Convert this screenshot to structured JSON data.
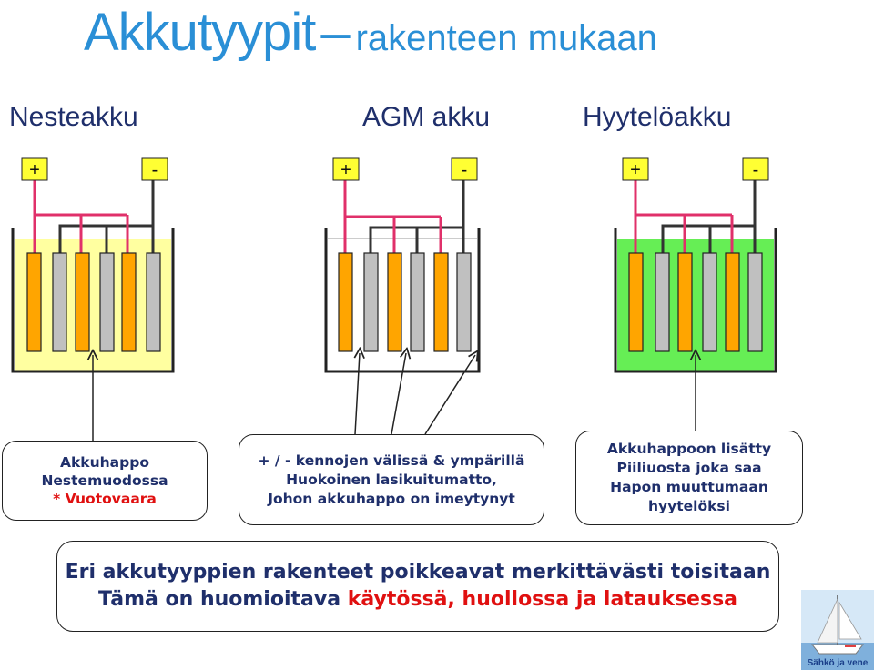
{
  "title": {
    "main": "Akkutyypit",
    "dash": "–",
    "sub": "rakenteen mukaan"
  },
  "battery_types": [
    {
      "label": "Nesteakku",
      "plus": "+",
      "minus": "-"
    },
    {
      "label": "AGM akku",
      "plus": "+",
      "minus": "-"
    },
    {
      "label": "Hyytelöakku",
      "plus": "+",
      "minus": "-"
    }
  ],
  "callouts": {
    "liquid": {
      "line1": "Akkuhappo",
      "line2": "Nestemuodossa",
      "line3": "* Vuotovaara"
    },
    "agm": {
      "line1": "+ / - kennojen välissä & ympärillä",
      "line2": "Huokoinen lasikuitumatto,",
      "line3": "Johon akkuhappo on imeytynyt"
    },
    "gel": {
      "line1": "Akkuhappoon lisätty",
      "line2": "Piiliuosta joka saa",
      "line3": "Hapon muuttumaan",
      "line4": "hyytelöksi"
    }
  },
  "summary": {
    "line1": "Eri akkutyyppien rakenteet poikkeavat merkittävästi toisitaan",
    "line2_prefix": "Tämä on huomioitava ",
    "line2_highlight": "käytössä, huollossa ja latauksessa"
  },
  "logo": {
    "text": "Sähkö ja vene"
  },
  "colors": {
    "title": "#2a8fd6",
    "text": "#1f2f6b",
    "terminal_fill": "#ffff33",
    "positive_plate": "#ffa500",
    "negative_plate": "#c0c0c0",
    "positive_wire": "#e0306a",
    "liquid_electrolyte": "#ffffa0",
    "gel_electrolyte": "#66ee55",
    "highlight": "#e01010"
  }
}
